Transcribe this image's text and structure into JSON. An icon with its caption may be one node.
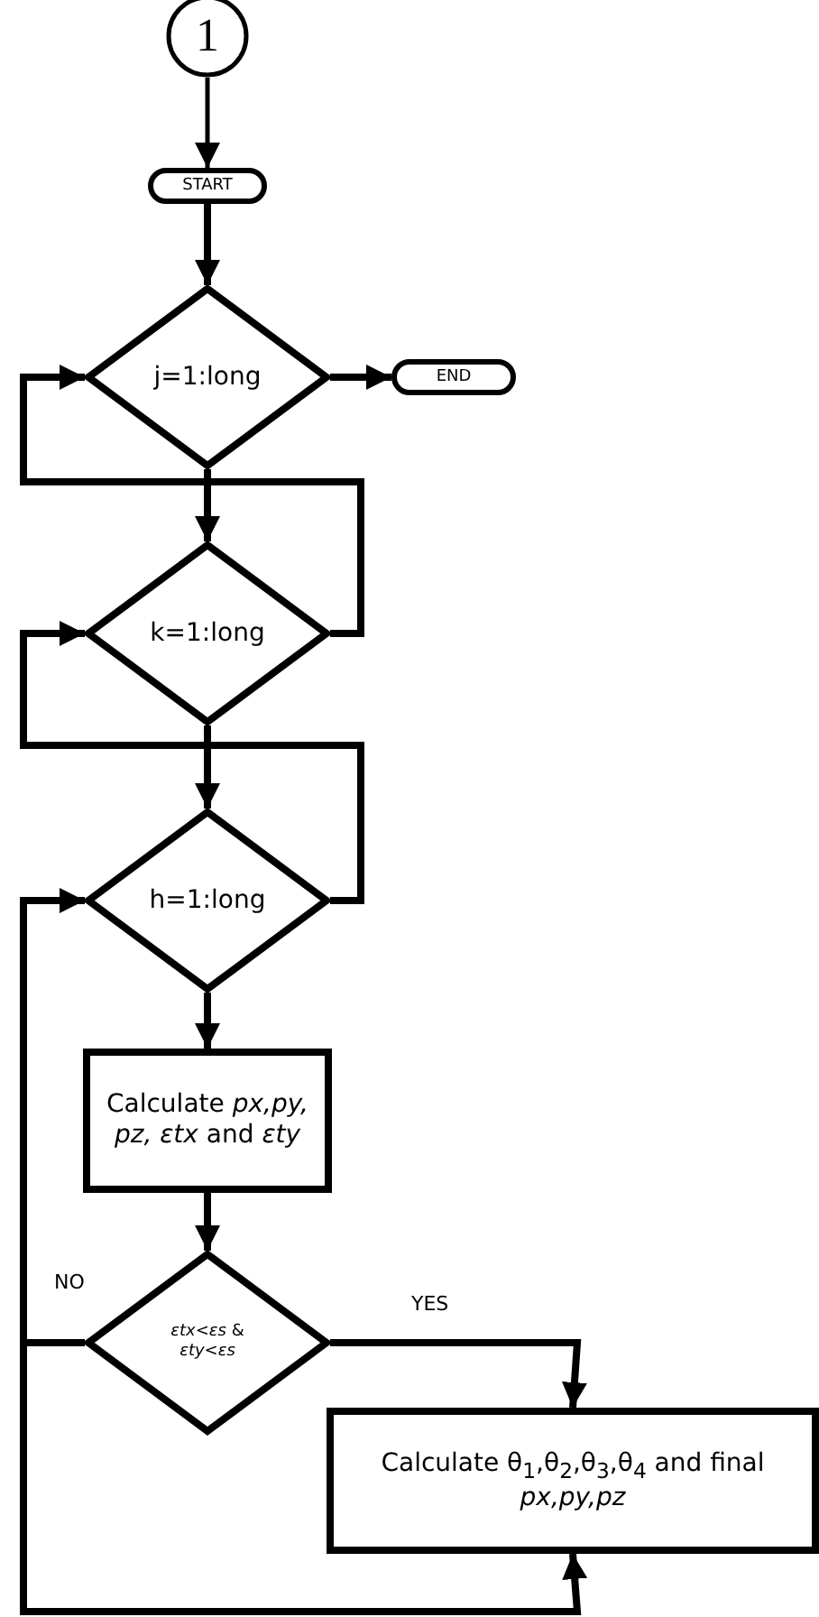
{
  "diagram": {
    "nodes": [
      {
        "text": [
          "1"
        ]
      },
      {
        "text": [
          "START"
        ]
      },
      {
        "text": [
          "j=1:long"
        ]
      },
      {
        "text": [
          "END"
        ]
      },
      {
        "text": [
          "k=1:long"
        ]
      },
      {
        "text": [
          "h=1:long"
        ]
      },
      {
        "text": [
          "Calculate *px,py, pz, εtx* and *εty*"
        ]
      },
      {
        "text": [
          "*εtx<εs* & *εty<εs*"
        ]
      },
      {
        "text": [
          "Calculate θ$_{1}$,θ$_{2}$,θ$_{3}$,θ$_{4}$  and final *px,py,pz*"
        ]
      }
    ],
    "edges": [
      {
        "from": 0,
        "to": 1,
        "arrow": "to"
      },
      {
        "from": 1,
        "to": 2,
        "arrow": "to"
      },
      {
        "from": 2,
        "to": 3,
        "arrow": "to"
      },
      {
        "from": 2,
        "to": 4,
        "arrow": "to"
      },
      {
        "from": 4,
        "to": 2,
        "arrow": "to"
      },
      {
        "from": 4,
        "to": 5,
        "arrow": "to"
      },
      {
        "from": 5,
        "to": 4,
        "arrow": "to"
      },
      {
        "from": 5,
        "to": 6,
        "arrow": "to"
      },
      {
        "from": 6,
        "to": 7,
        "arrow": "to"
      },
      {
        "from": 7,
        "to": 8,
        "arrow": "to",
        "label": "YES"
      },
      {
        "from": 7,
        "to": 5,
        "arrow": "to",
        "label": "NO"
      },
      {
        "from": 7,
        "to": 8,
        "arrow": "to"
      }
    ]
  }
}
